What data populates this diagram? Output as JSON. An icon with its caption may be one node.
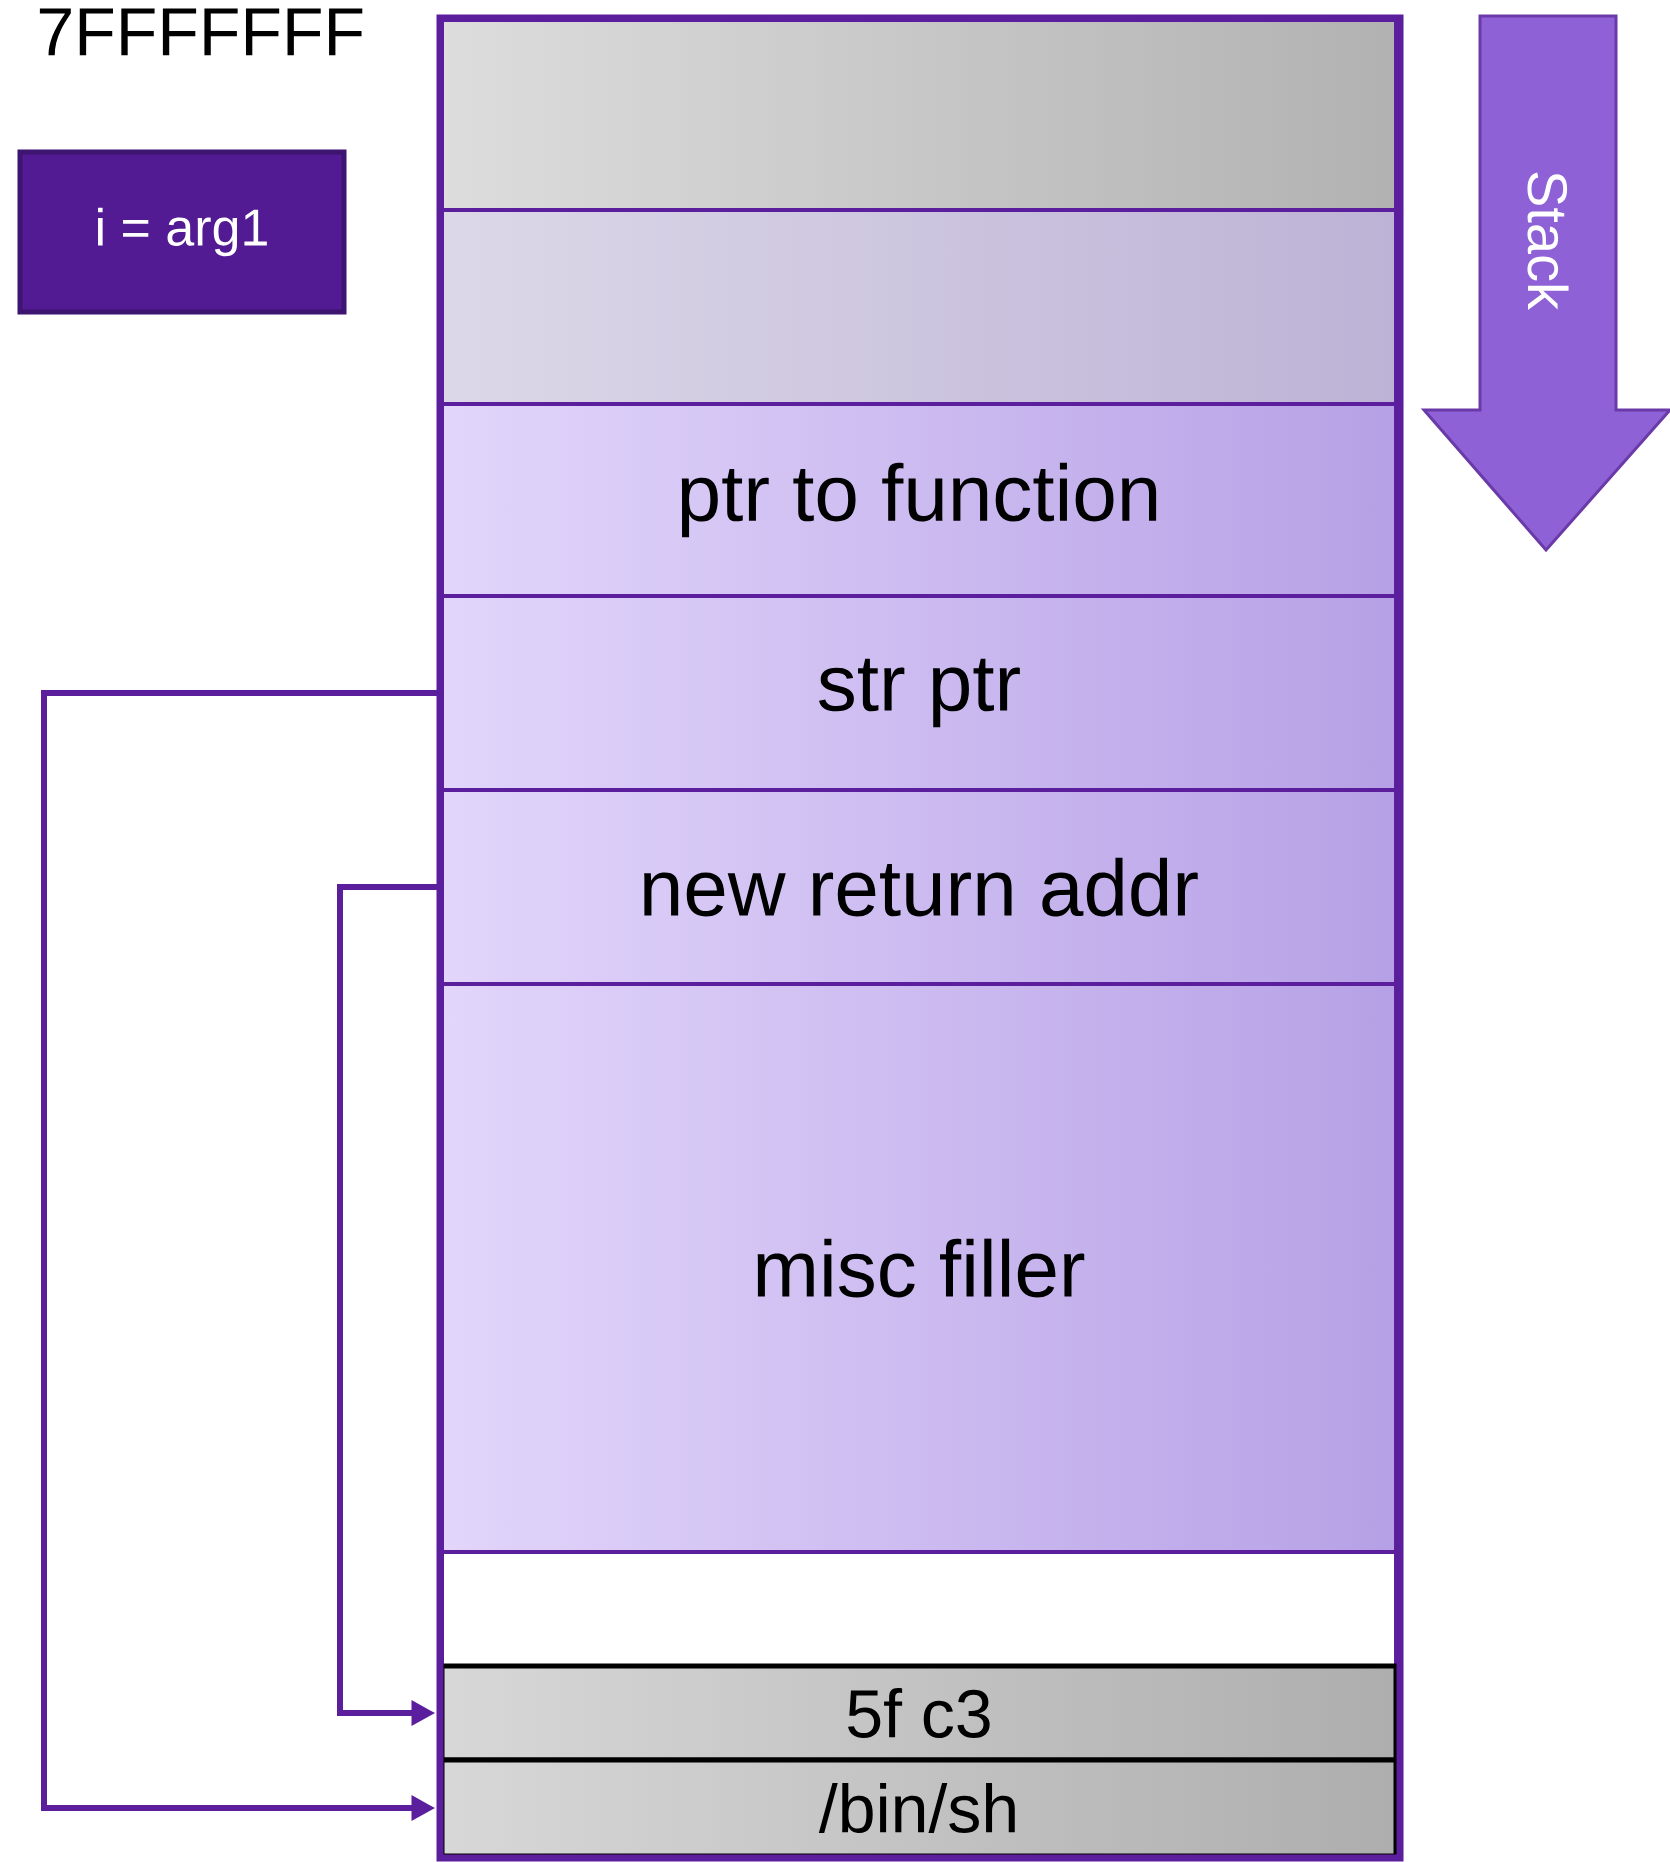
{
  "diagram": {
    "nodes": [
      {
        "text": [
          "i = arg1"
        ]
      },
      {
        "text": [
          "Stack"
        ]
      },
      {
        "text": [],
        "shape": "box"
      },
      {
        "text": [],
        "shape": "box"
      },
      {
        "text": [
          "ptr to function"
        ]
      },
      {
        "text": [
          "str ptr"
        ]
      },
      {
        "text": [
          "new return addr"
        ]
      },
      {
        "text": [
          "misc filler"
        ]
      },
      {
        "text": [],
        "shape": "box"
      },
      {
        "text": [
          "5f c3"
        ]
      },
      {
        "text": [
          "/bin/sh"
        ]
      }
    ],
    "edges": [
      {
        "from": 5,
        "to": 10,
        "arrow": "to"
      },
      {
        "from": 6,
        "to": 9,
        "arrow": "to"
      }
    ],
    "labels": [
      "7FFFFFFF"
    ]
  }
}
